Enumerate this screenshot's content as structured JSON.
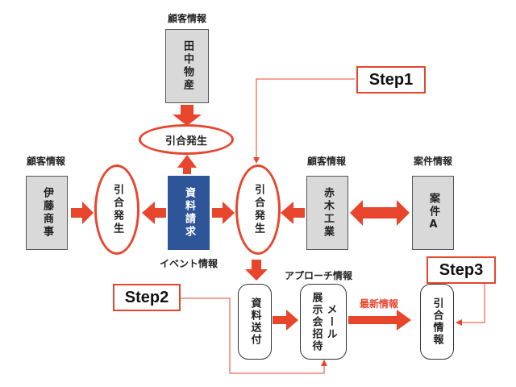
{
  "colors": {
    "accent": "#e8452d",
    "event_box": "#2e5597",
    "info_box": "#d9d9d9"
  },
  "labels": {
    "customer_info_top": "顧客情報",
    "customer_info_left": "顧客情報",
    "customer_info_right": "顧客情報",
    "project_info": "案件情報",
    "event_info": "イベント情報",
    "approach_info": "アプローチ情報",
    "latest_info": "最新情報"
  },
  "boxes": {
    "tanaka": "田中物産",
    "itou": "伊藤商事",
    "akagi": "赤木工業",
    "project": "案件A",
    "request": "資料請求"
  },
  "ovals": {
    "top": "引合発生",
    "left": "引合発生",
    "center": "引合発生"
  },
  "approach": {
    "send": "資料送付",
    "mail_title": "メール",
    "mail_body": "展示会招待",
    "inquiry_info": "引合情報"
  },
  "steps": {
    "step1": "Step1",
    "step2": "Step2",
    "step3": "Step3"
  }
}
